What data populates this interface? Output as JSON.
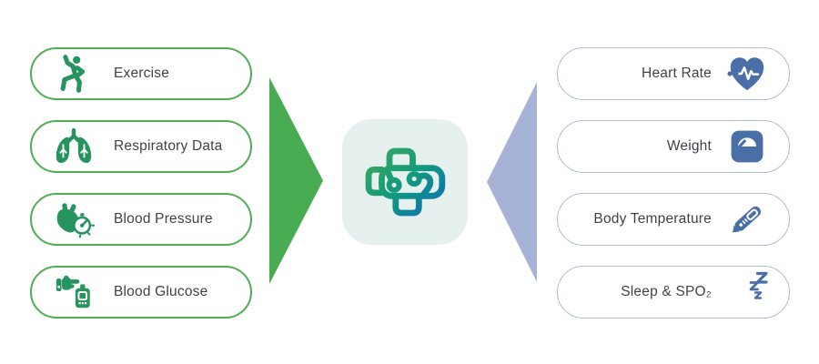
{
  "diagram": {
    "left_group": {
      "role": "data sources flowing into platform",
      "accent_color": "#4fad55",
      "icon_color": "#27935f",
      "items": [
        {
          "label": "Exercise",
          "icon": "exercise-icon"
        },
        {
          "label": "Respiratory Data",
          "icon": "lungs-icon"
        },
        {
          "label": "Blood Pressure",
          "icon": "blood-pressure-icon"
        },
        {
          "label": "Blood Glucose",
          "icon": "blood-glucose-icon"
        }
      ]
    },
    "right_group": {
      "role": "data sources flowing into platform",
      "accent_color": "#aebcd8",
      "icon_color": "#4a6fa6",
      "items": [
        {
          "label": "Heart Rate",
          "icon": "heart-rate-icon"
        },
        {
          "label": "Weight",
          "icon": "weight-scale-icon"
        },
        {
          "label": "Body Temperature",
          "icon": "thermometer-icon"
        },
        {
          "label": "Sleep & SPO₂",
          "icon": "sleep-spo2-icon"
        }
      ]
    },
    "flow": {
      "left_arrow": {
        "direction": "right",
        "color": "#4aac52"
      },
      "right_arrow": {
        "direction": "left",
        "color": "#a7b3d6"
      },
      "center": {
        "icon": "medical-cross-circuit-logo",
        "tile_background": "#e6f1ef",
        "gradient": [
          "#3ba75f",
          "#12997e",
          "#0c6fb8"
        ]
      }
    },
    "text_color": "#3f4346",
    "background_color": "#ffffff"
  }
}
